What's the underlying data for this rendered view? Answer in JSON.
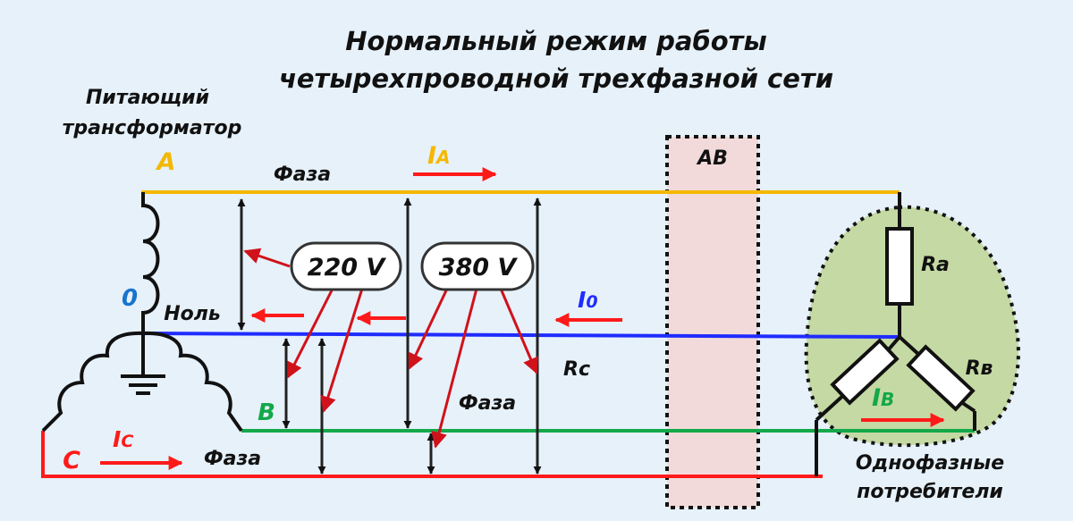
{
  "title": {
    "line1": "Нормальный режим работы",
    "line2": "четырехпроводной трехфазной сети"
  },
  "transformer": {
    "label_line1": "Питающий",
    "label_line2": "трансформатор"
  },
  "phases": {
    "A": {
      "letter": "A",
      "color": "#f5b800",
      "wire_label": "Фаза",
      "current": "I",
      "current_sub": "A"
    },
    "B": {
      "letter": "B",
      "color": "#13a84a",
      "wire_label": "Фаза",
      "current": "I",
      "current_sub": "B"
    },
    "C": {
      "letter": "C",
      "color": "#ff1a1a",
      "wire_label": "Фаза",
      "current": "I",
      "current_sub": "C"
    },
    "N": {
      "letter": "0",
      "color": "#1874cd",
      "wire_color": "#1f2cff",
      "wire_label": "Ноль",
      "current": "I",
      "current_sub": "0",
      "current_color": "#1f2cff"
    }
  },
  "voltages": {
    "phase": "220 V",
    "line": "380 V"
  },
  "breaker": {
    "label": "АВ",
    "fill": "#f2dada"
  },
  "load": {
    "fill": "#c5d9a4",
    "resistors": [
      "Ra",
      "Rв",
      "Rc"
    ],
    "label_line1": "Однофазные",
    "label_line2": "потребители"
  },
  "colors": {
    "background": "#e6f1fa",
    "pointer_arrow": "#d0121b",
    "current_arrow": "#ff1a1a",
    "measure_arrow": "#222222"
  }
}
